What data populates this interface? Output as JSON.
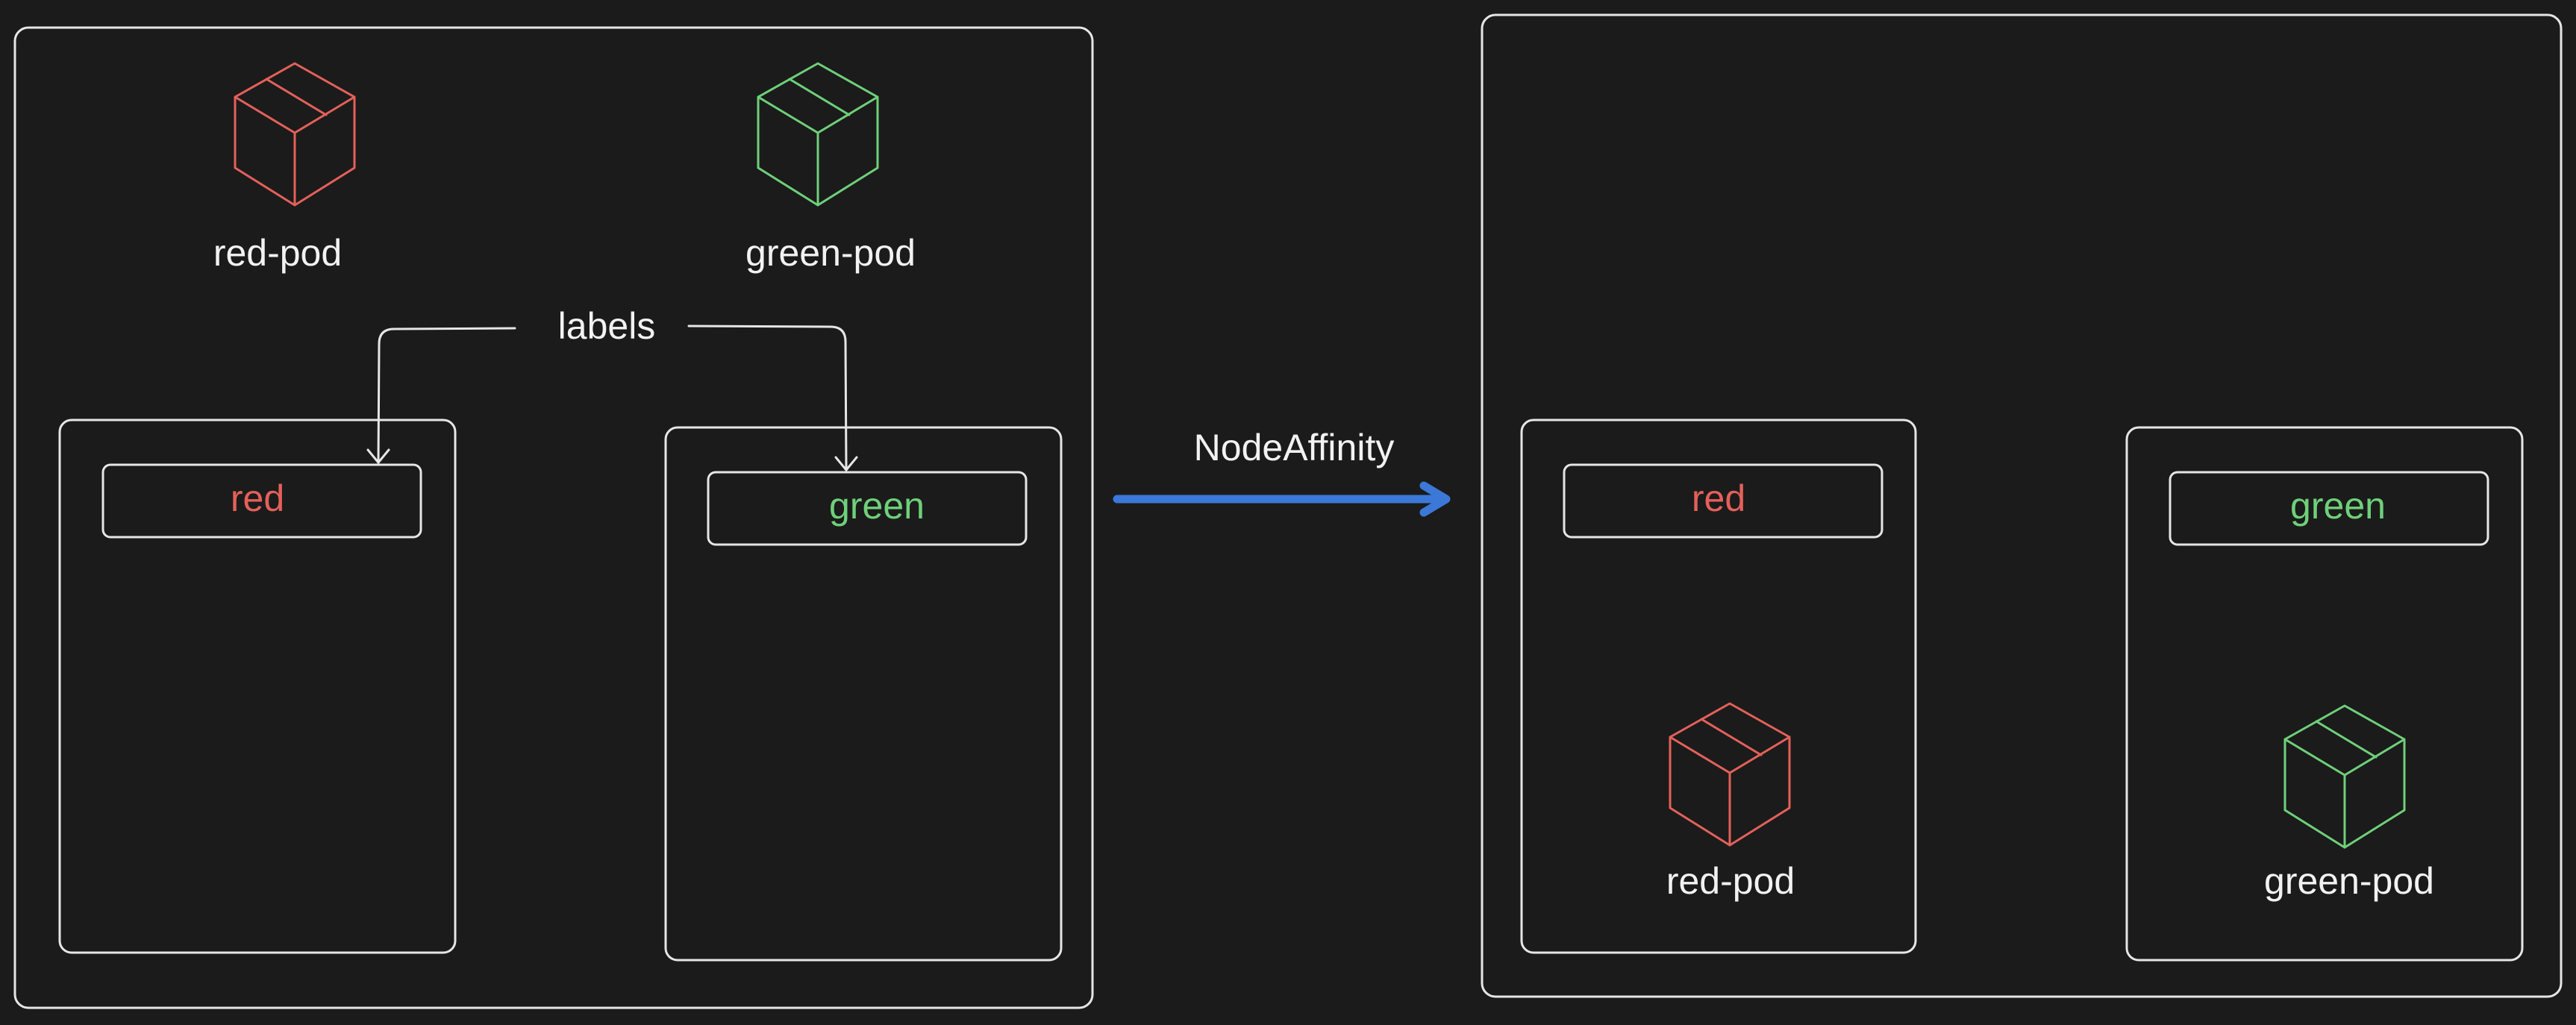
{
  "before": {
    "pods": [
      {
        "label": "red-pod",
        "color": "#e5605a"
      },
      {
        "label": "green-pod",
        "color": "#6fd07a"
      }
    ],
    "labels_caption": "labels",
    "nodes": [
      {
        "label": "red",
        "color": "#e5605a"
      },
      {
        "label": "green",
        "color": "#6fd07a"
      }
    ]
  },
  "transition": {
    "label": "NodeAffinity",
    "arrow_color": "#3b78d8"
  },
  "after": {
    "nodes": [
      {
        "label": "red",
        "color": "#e5605a",
        "pod_label": "red-pod"
      },
      {
        "label": "green",
        "color": "#6fd07a",
        "pod_label": "green-pod"
      }
    ]
  }
}
